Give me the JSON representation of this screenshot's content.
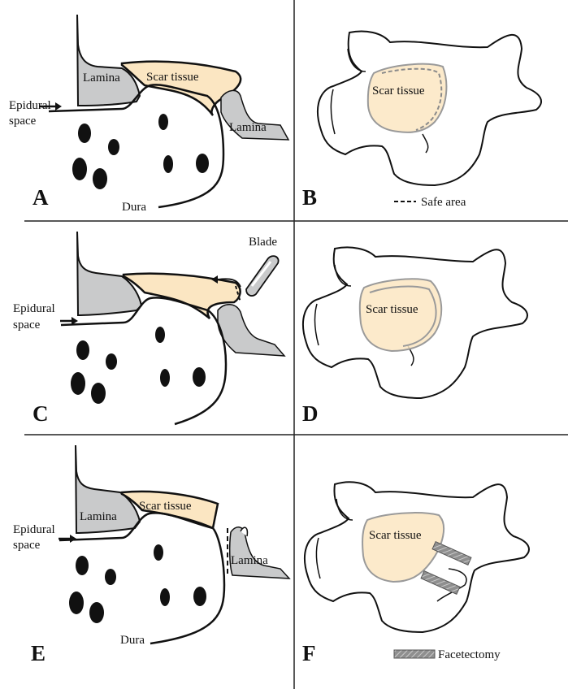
{
  "panels": {
    "A": {
      "letter": "A",
      "labels": {
        "lamina_left": "Lamina",
        "scar": "Scar tissue",
        "lamina_right": "Lamina",
        "epidural_1": "Epidural",
        "epidural_2": "space",
        "dura": "Dura"
      }
    },
    "B": {
      "letter": "B",
      "labels": {
        "scar": "Scar tissue"
      },
      "legend": {
        "safe_area": "Safe area"
      }
    },
    "C": {
      "letter": "C",
      "labels": {
        "blade": "Blade",
        "epidural_1": "Epidural",
        "epidural_2": "space"
      }
    },
    "D": {
      "letter": "D",
      "labels": {
        "scar": "Scar tissue"
      }
    },
    "E": {
      "letter": "E",
      "labels": {
        "lamina_left": "Lamina",
        "scar": "Scar tissue",
        "lamina_right": "Lamina",
        "epidural_1": "Epidural",
        "epidural_2": "space",
        "dura": "Dura"
      }
    },
    "F": {
      "letter": "F",
      "labels": {
        "scar": "Scar tissue"
      },
      "legend": {
        "facetectomy": "Facetectomy"
      }
    }
  },
  "colors": {
    "bone": "#c9cacb",
    "scar": "#fbe6c2",
    "scar_outline": "#9a9a9a",
    "ink": "#111111"
  }
}
